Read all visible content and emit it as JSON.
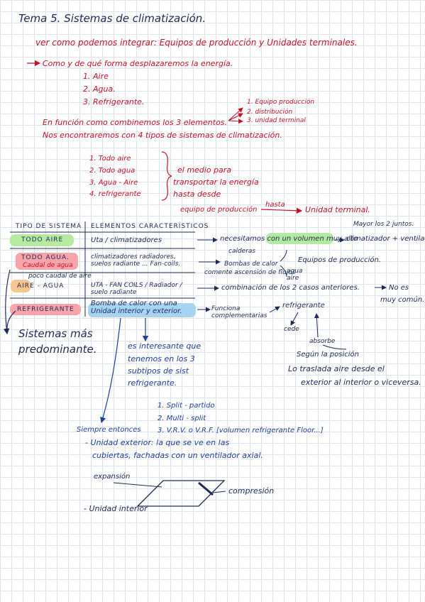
{
  "heading": {
    "title": "Tema 5. Sistemas de climatización.",
    "subtitle": "ver como podemos integrar: Equipos de producción y Unidades terminales."
  },
  "intro": {
    "line": "Como y de qué forma desplazaremos la energía.",
    "items": [
      "1. Aire",
      "2. Agua.",
      "3. Refrigerante."
    ]
  },
  "elements": {
    "line1": "En función como combinemos los 3 elementos.",
    "line2": "Nos encontraremos con 4 tipos de sistemas de climatización.",
    "items": [
      "1. Equipo producción",
      "2. distribución",
      "3. unidad terminal"
    ]
  },
  "types": {
    "items": [
      "1. Todo aire",
      "2. Todo agua",
      "3. Agua - Aire",
      "4. refrigerante"
    ],
    "note_lines": [
      "el medio para",
      "transportar la energía",
      "hasta desde"
    ],
    "flow_from": "equipo de producción",
    "flow_via": "hasta",
    "flow_to": "Unidad terminal."
  },
  "table": {
    "col1": "TIPO DE SISTEMA",
    "col2": "ELEMENTOS CARACTERÍSTICOS",
    "rows": [
      {
        "name": "TODO AIRE",
        "desc": "Uta / climatizadores"
      },
      {
        "name": "TODO AGUA.",
        "note": "Caudal de agua",
        "desc": "climatizadores radiadores, suelos radiante ... Fan-coils."
      },
      {
        "name": "AIRE - AGUA",
        "note": "poco caudal de aire",
        "desc": "UTA - FAN COILS / Radiador / suelo radiante"
      },
      {
        "name": "REFRIGERANTE",
        "desc": "Bomba de calor con una Unidad interior y exterior."
      }
    ]
  },
  "notes": {
    "top_right": "Mayor los 2 juntos.",
    "air_volume": "necesitamos con un volumen muy alto",
    "air_equipment": "climatizador + ventilador.",
    "boilers": "calderas",
    "heat_pump": "Bombas de calor",
    "pumps": "comente ascensión de flujos",
    "agua_aire": "agua aire",
    "equipos": "Equipos de producción.",
    "combination": "combinación de los 2 casos anteriores.",
    "no_comun_1": "No es",
    "no_comun_2": "muy común.",
    "functions": "Funciona complementarias",
    "refrigerante": "refrigerante",
    "cede": "cede",
    "absorbe": "absorbe",
    "segun": "Según la posición",
    "transfer1": "Lo traslada aire desde el",
    "transfer2": "exterior al interior o viceversa."
  },
  "predominant": {
    "line1": "Sistemas más",
    "line2": "predominante."
  },
  "subtypes": {
    "intro_lines": [
      "es interesante que",
      "tenemos en los 3",
      "subtipos de sist",
      "refrigerante."
    ],
    "items": [
      "1. Split - partido",
      "2. Multi - split",
      "3. V.R.V. o V.R.F. [volumen refrigerante Floor...]"
    ],
    "always_two": "Siempre entonces",
    "outdoor1": "- Unidad exterior: la que se ve en las",
    "outdoor2": "cubiertas, fachadas con un ventilador axial."
  },
  "diagram": {
    "expansion": "expansión",
    "compressor": "compresión",
    "indoor": "- Unidad interior"
  },
  "colors": {
    "ink_black": "#1e2a55",
    "ink_red": "#c5122a",
    "ink_blue": "#1e3f9c",
    "green": "#b6eaa0",
    "pink": "#f6a5ab",
    "orange": "#f9c58f",
    "blue": "#a8d4f3"
  }
}
